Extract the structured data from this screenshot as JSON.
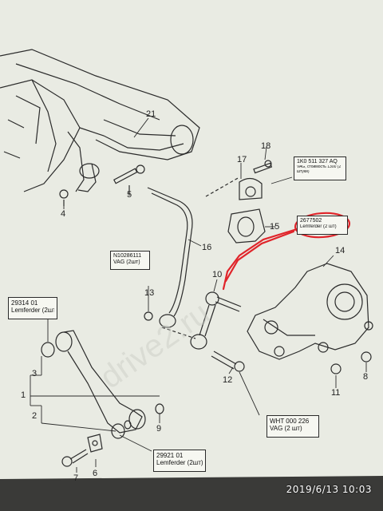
{
  "callouts": {
    "c1": "1",
    "c2": "2",
    "c3": "3",
    "c4": "4",
    "c5": "5",
    "c6": "6",
    "c7": "7",
    "c8": "8",
    "c9": "9",
    "c10": "10",
    "c11": "11",
    "c12": "12",
    "c13": "13",
    "c14": "14",
    "c15": "15",
    "c16": "16",
    "c17": "17",
    "c18": "18",
    "c21": "21"
  },
  "notes": {
    "n1": {
      "line1": "1K0 511 327 AQ",
      "line2": "VAG, стоимость 1300 (2",
      "line3": "штуки)"
    },
    "n2": {
      "line1": "2677502",
      "line2": "Lemferder (2 шт)"
    },
    "n3": {
      "line1": "N10286111",
      "line2": "VAG (2шт)"
    },
    "n4": {
      "line1": "29314 01",
      "line2": "Lemferder (2шт)"
    },
    "n5": {
      "line1": "WHT 000 226",
      "line2": "VAG (2 шт)"
    },
    "n6": {
      "line1": "29921 01",
      "line2": "Lemferder (2шт)"
    }
  },
  "watermark": "drive2.ru",
  "timestamp": "2019/6/13  10:03",
  "colors": {
    "paper": "#e9ebe3",
    "ink": "#2b2b2b",
    "annotation_red": "#e0242a",
    "background": "#3a3a38"
  }
}
